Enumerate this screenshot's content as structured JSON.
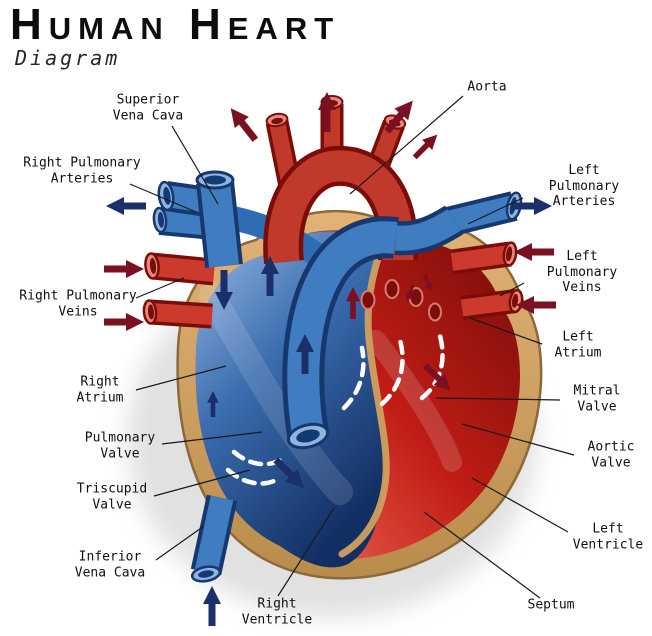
{
  "header": {
    "title": "Human Heart",
    "subtitle": "Diagram"
  },
  "colors": {
    "oxygenated_red": "#c0392b",
    "dark_red_outline": "#7a0d08",
    "deoxygenated_blue": "#3f7cc0",
    "dark_blue_outline": "#16386e",
    "muscle_tan": "#d2a562",
    "arrow_navy": "#1b2f6b",
    "arrow_maroon": "#7a1022",
    "label_text": "#101010",
    "background": "#ffffff"
  },
  "labels": {
    "superior_vena_cava": "Superior\nVena Cava",
    "aorta": "Aorta",
    "right_pulmonary_arteries": "Right Pulmonary\nArteries",
    "left_pulmonary_arteries": "Left Pulmonary\nArteries",
    "left_pulmonary_veins": "Left Pulmonary\nVeins",
    "right_pulmonary_veins": "Right Pulmonary\nVeins",
    "left_atrium": "Left\nAtrium",
    "right_atrium": "Right\nAtrium",
    "mitral_valve": "Mitral\nValve",
    "pulmonary_valve": "Pulmonary\nValve",
    "aortic_valve": "Aortic\nValve",
    "triscupid_valve": "Triscupid\nValve",
    "left_ventricle": "Left\nVentricle",
    "inferior_vena_cava": "Inferior\nVena Cava",
    "right_ventricle": "Right\nVentricle",
    "septum": "Septum"
  }
}
